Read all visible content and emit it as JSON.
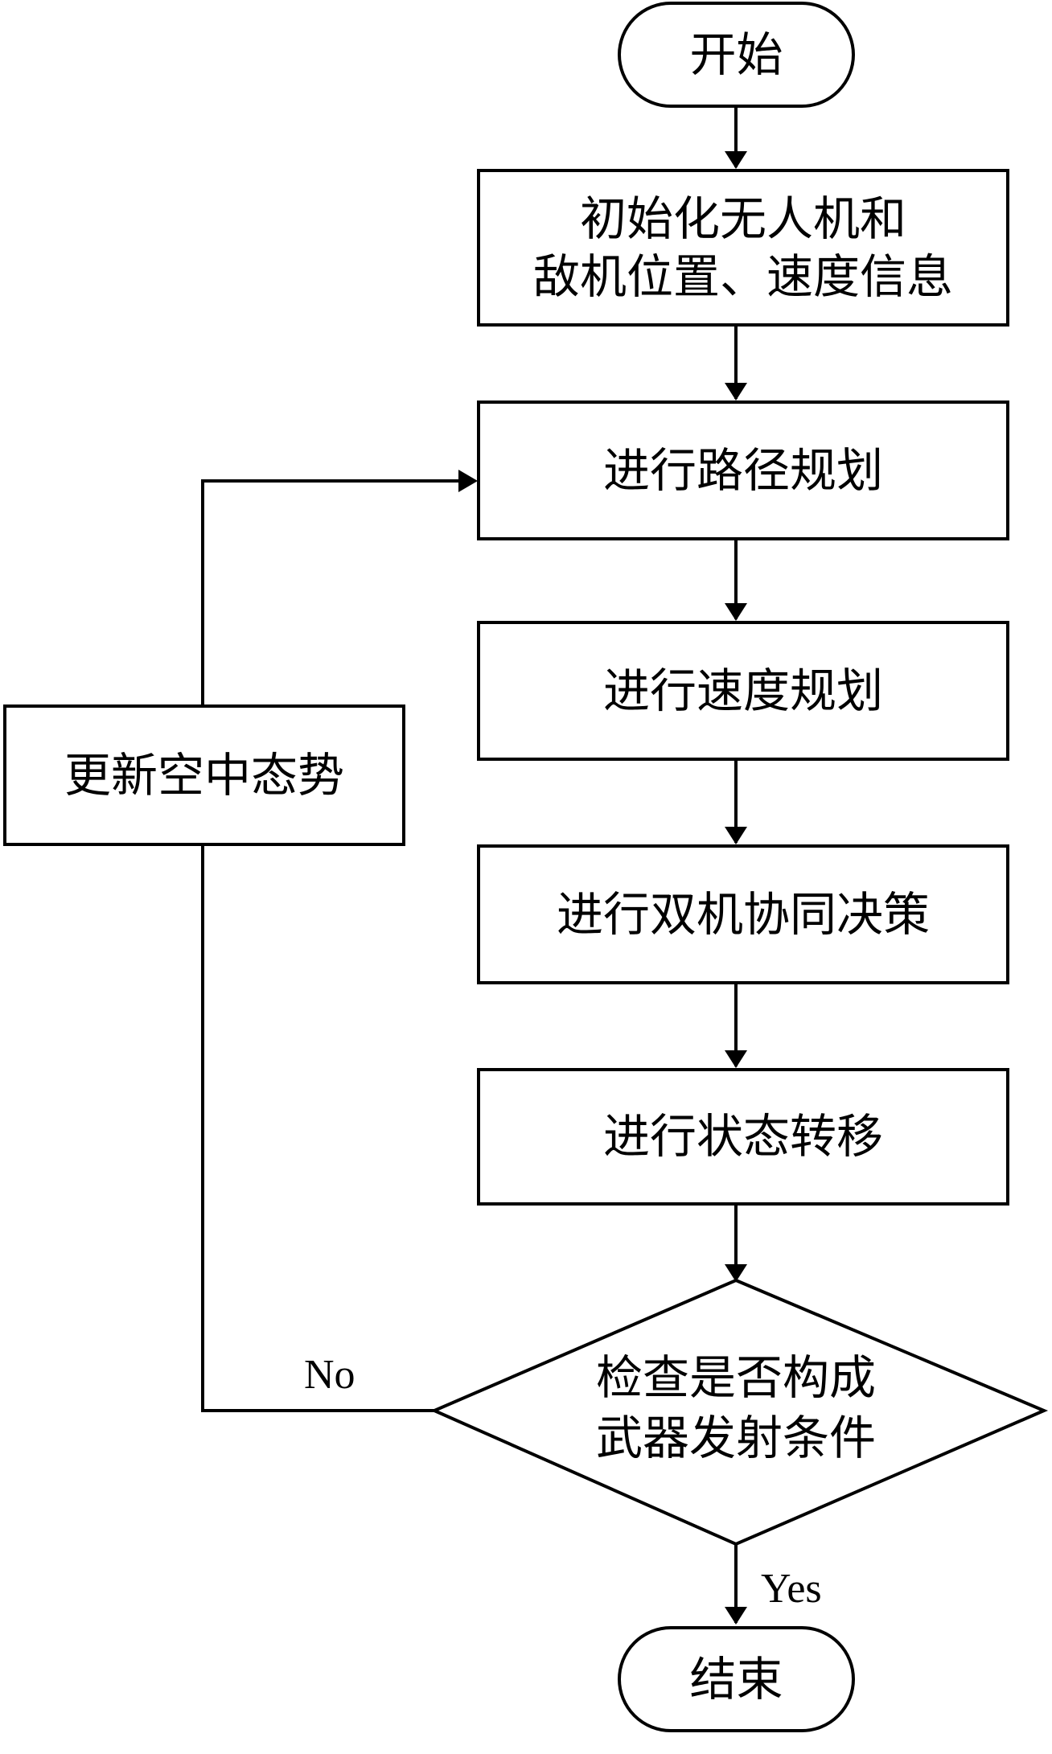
{
  "flowchart": {
    "start": "开始",
    "init": {
      "line1": "初始化无人机和",
      "line2": "敌机位置、速度信息"
    },
    "path_planning": "进行路径规划",
    "speed_planning": "进行速度规划",
    "cooperative_decision": "进行双机协同决策",
    "state_transition": "进行状态转移",
    "decision": {
      "line1": "检查是否构成",
      "line2": "武器发射条件"
    },
    "update": "更新空中态势",
    "end": "结束",
    "no_label": "No",
    "yes_label": "Yes"
  },
  "colors": {
    "stroke": "#000000",
    "fill": "#ffffff"
  }
}
